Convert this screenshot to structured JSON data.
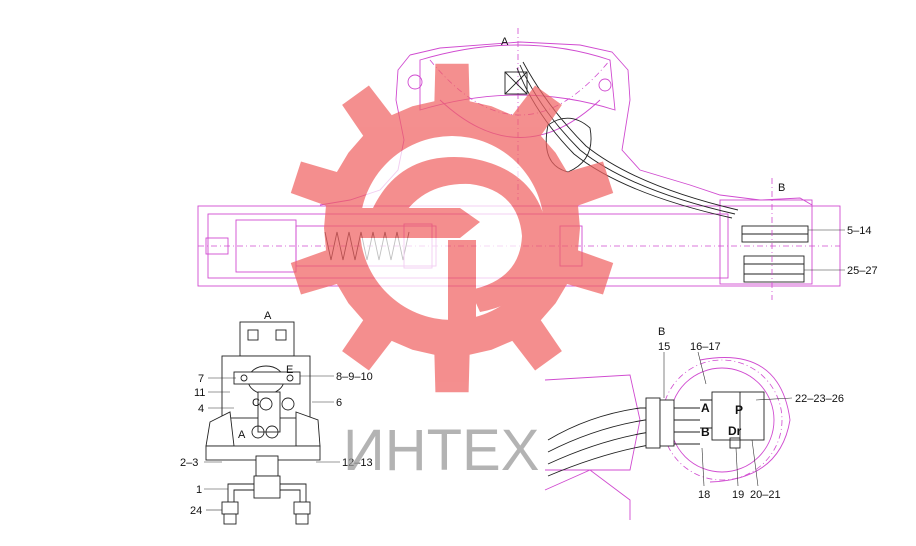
{
  "watermark": {
    "text": "ИНТЕХ",
    "gear_color": "#f06464"
  },
  "views": {
    "main_section_a": "A",
    "main_section_b": "B",
    "view_a_title": "A",
    "view_b_title": "B"
  },
  "callouts_main": {
    "c5_14": "5–14",
    "c25_27": "25–27"
  },
  "callouts_view_a": {
    "c7": "7",
    "c11": "11",
    "c4": "4",
    "c2_3": "2–3",
    "c1": "1",
    "c24": "24",
    "c8_9_10": "8–9–10",
    "c6": "6",
    "c12_13": "12–13",
    "letter_e": "E",
    "letter_c": "C",
    "letter_a": "A"
  },
  "callouts_view_b": {
    "c15": "15",
    "c16_17": "16–17",
    "c22_23_26": "22–23–26",
    "c18": "18",
    "c19": "19",
    "c20_21": "20–21",
    "port_a": "A",
    "port_b": "B",
    "port_p": "P",
    "port_dr": "Dr"
  },
  "colors": {
    "outline_main": "#d04bd0",
    "outline_detail": "#222222",
    "watermark_gray": "#9a9a9a"
  }
}
